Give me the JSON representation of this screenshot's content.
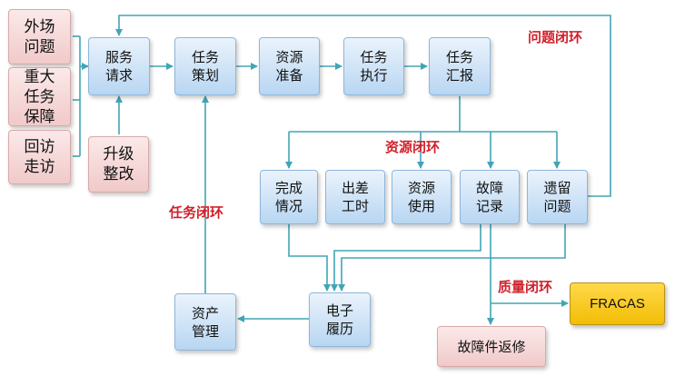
{
  "sources": {
    "field_issues": "外场\n问题",
    "major_task_support": "重大\n任务\n保障",
    "revisit": "回访\n走访",
    "upgrade": "升级\n整改"
  },
  "main_flow": {
    "service_request": "服务\n请求",
    "task_planning": "任务\n策划",
    "resource_prep": "资源\n准备",
    "task_execution": "任务\n执行",
    "task_report": "任务\n汇报"
  },
  "outputs": {
    "completion_status": "完成\n情况",
    "business_trip_hours": "出差\n工时",
    "resource_usage": "资源\n使用",
    "fault_record": "故障\n记录",
    "open_issues": "遗留\n问题"
  },
  "records": {
    "electronic_resume": "电子\n履历",
    "asset_management": "资产\n管理",
    "faulty_part_return": "故障件返修",
    "fracas": "FRACAS"
  },
  "loops": {
    "issue_loop": "问题闭环",
    "resource_loop": "资源闭环",
    "task_loop": "任务闭环",
    "quality_loop": "质量闭环"
  },
  "colors": {
    "line": "#41a5b5",
    "loop_label": "#d1202a",
    "source_fill": "#f1c9c9",
    "process_fill": "#b8d6f2",
    "fracas_fill": "#f2bd05"
  }
}
